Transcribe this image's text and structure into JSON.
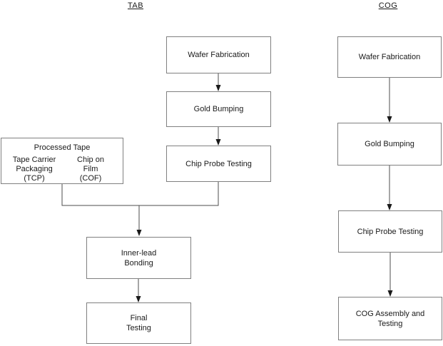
{
  "diagram": {
    "titles": {
      "tab": "TAB",
      "cog": "COG"
    },
    "tab_flow": {
      "wafer_fabrication": "Wafer Fabrication",
      "gold_bumping": "Gold Bumping",
      "chip_probe_testing": "Chip Probe Testing",
      "processed_tape": {
        "title": "Processed Tape",
        "left_option": {
          "line1": "Tape Carrier",
          "line2": "Packaging",
          "line3": "(TCP)"
        },
        "right_option": {
          "line1": "Chip on",
          "line2": "Film",
          "line3": "(COF)"
        }
      },
      "inner_lead_bonding": {
        "line1": "Inner-lead",
        "line2": "Bonding"
      },
      "final_testing": {
        "line1": "Final",
        "line2": "Testing"
      }
    },
    "cog_flow": {
      "wafer_fabrication": "Wafer Fabrication",
      "gold_bumping": "Gold Bumping",
      "chip_probe_testing": "Chip Probe Testing",
      "cog_assembly_and_testing": {
        "line1": "COG Assembly and",
        "line2": "Testing"
      }
    },
    "colors": {
      "background": "#ffffff",
      "box_border": "#808080",
      "text": "#1a1a1a",
      "connector_line": "#4d4d4d",
      "arrowhead": "#1a1a1a"
    }
  }
}
